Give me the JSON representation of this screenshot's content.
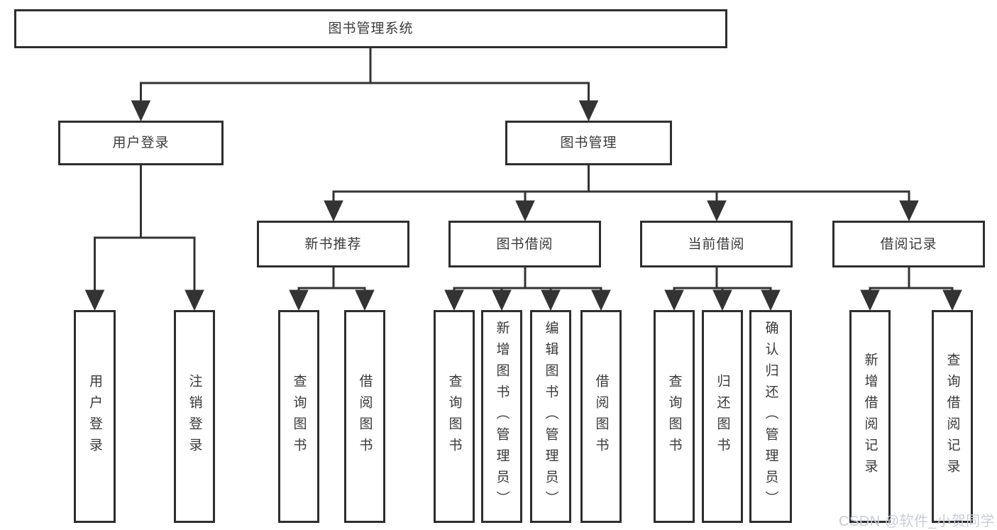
{
  "diagram": {
    "title": "图书管理系统",
    "root": {
      "label": "图书管理系统"
    },
    "level1": [
      {
        "label": "用户登录"
      },
      {
        "label": "图书管理"
      }
    ],
    "level2": [
      {
        "label": "新书推荐"
      },
      {
        "label": "图书借阅"
      },
      {
        "label": "当前借阅"
      },
      {
        "label": "借阅记录"
      }
    ],
    "leaves": {
      "user_login": [
        "用户登录",
        "注销登录"
      ],
      "new_books": [
        "查询图书",
        "借阅图书"
      ],
      "book_borrow": [
        "查询图书",
        "新增图书（管理员）",
        "编辑图书（管理员）",
        "借阅图书"
      ],
      "current_borrow": [
        "查询图书",
        "归还图书",
        "确认归还（管理员）"
      ],
      "borrow_records": [
        "新增借阅记录",
        "查询借阅记录"
      ]
    }
  },
  "watermark": {
    "text": "CSDN @软件_小贺同学"
  },
  "colors": {
    "line": "#333333",
    "box_border": "#2e2e2e",
    "text": "#3a3a3a",
    "watermark": "#c9cdd7",
    "background": "#ffffff"
  }
}
